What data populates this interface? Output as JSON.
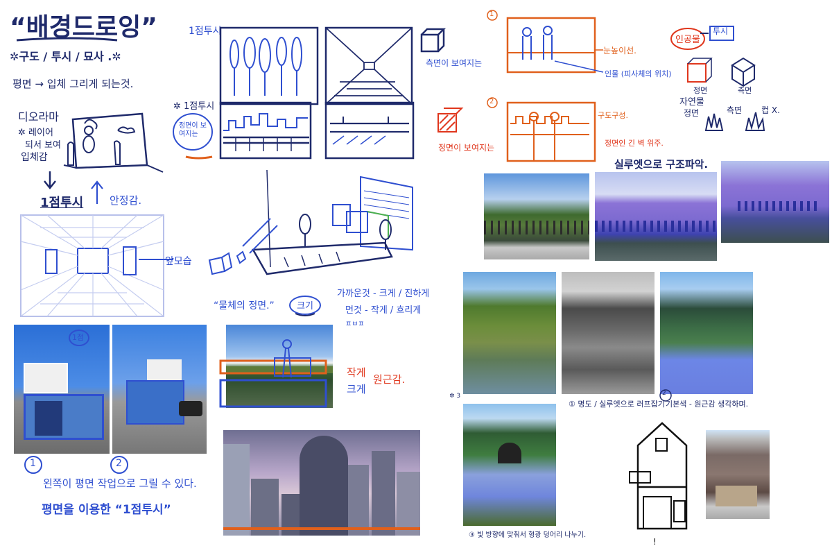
{
  "title": {
    "main": "“배경드로잉”",
    "sub": "✲구도 / 투시 / 묘사 .✲"
  },
  "intro": "평면 → 입체 그리게 되는것.",
  "diorama": {
    "label": "디오라마",
    "note1": "✲ 레이어",
    "note2": "되서 보여",
    "note3": "입체감"
  },
  "one_point": {
    "label": "1점투시",
    "stability": "안정감.",
    "front": "앞모습"
  },
  "sketch_top": {
    "label_1pt": "1점투시",
    "side_visible": "측면이 보여지는",
    "star_1pt": "✲ 1점투시",
    "front_visible_bubble": "정면이 보여지는",
    "front_visible_red": "정면이 보여지는"
  },
  "size_note": {
    "front_face": "“물체의 정면.”",
    "size": "크기",
    "near": "가까운것 - 크게 / 진하게",
    "far": "먼것 - 작게 / 흐리게",
    "far_sub": "ㅍㅂㅍ"
  },
  "photo_pond": {
    "small": "작게",
    "distance": "원근감.",
    "big": "크게"
  },
  "shop": {
    "badge": "1점",
    "num1": "1",
    "num2": "2",
    "caption1": "왼쪽이 평면 작업으로 그릴 수 있다.",
    "caption2": "평면을 이용한 “1점투시”"
  },
  "right_top": {
    "n1": "1",
    "n2": "2",
    "eye_level": "눈높이선.",
    "person": "인물 (피사체의 위치)",
    "composition": "구도구성.",
    "front_wall": "정면인 긴 벽 위주.",
    "artificial": "인공물",
    "perspective": "투시",
    "front": "정면",
    "side": "측면",
    "nature": "자연물",
    "nature_front": "정면",
    "nature_side": "측면",
    "nature_x": "컵 X."
  },
  "silhouette": "실루엣으로 구조파악.",
  "canal": {
    "step1": "① 명도 / 실루엣으로 러프잡기",
    "step2_num": "2",
    "step2": "기본색 - 원근감 생각하며.",
    "step3_num": "✲ 3",
    "step3": "③ 빛 방향에 맞춰서 형광 덩어리 나누기."
  },
  "house": {
    "mark": "!"
  }
}
